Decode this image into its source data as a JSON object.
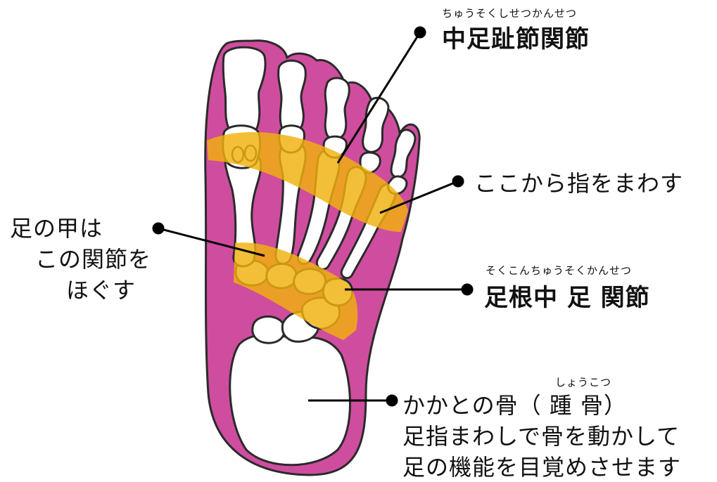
{
  "labels": {
    "midtarsal": {
      "reading": "ちゅうそくしせつかんせつ",
      "text": "中足趾節関節"
    },
    "rotate_here": {
      "text": "ここから指をまわす"
    },
    "instep": {
      "line1": "足の甲は",
      "line2": "この関節を",
      "line3": "ほぐす"
    },
    "tarsometatarsal": {
      "reading": "そくこんちゅうそくかんせつ",
      "text": "足根中 足 関節"
    },
    "heel": {
      "line1": "かかとの骨（ 踵 骨）",
      "reading": "しょうこつ",
      "line2": "足指まわしで骨を動かして",
      "line3": "足の機能を目覚めさせます"
    }
  },
  "colors": {
    "tissue_pink": "#cf4d9e",
    "bone_outline": "#2a2a2a",
    "joint_highlight": "#f2b10c",
    "leader_line": "#000000"
  }
}
